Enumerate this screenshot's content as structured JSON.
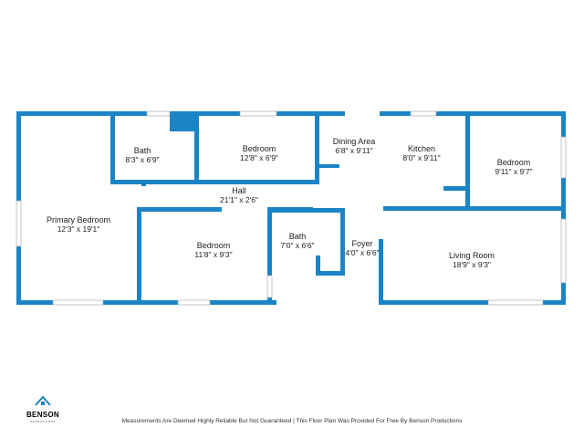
{
  "rooms": [
    {
      "id": "primary-bedroom",
      "name": "Primary Bedroom",
      "dims": "12'3\" x 19'1\""
    },
    {
      "id": "bath-1",
      "name": "Bath",
      "dims": "8'3\" x 6'9\""
    },
    {
      "id": "bedroom-top",
      "name": "Bedroom",
      "dims": "12'8\" x 6'9\""
    },
    {
      "id": "dining-area",
      "name": "Dining Area",
      "dims": "6'8\" x 9'11\""
    },
    {
      "id": "kitchen",
      "name": "Kitchen",
      "dims": "8'0\" x 9'11\""
    },
    {
      "id": "bedroom-right",
      "name": "Bedroom",
      "dims": "9'11\" x 9'7\""
    },
    {
      "id": "hall",
      "name": "Hall",
      "dims": "21'1\" x 2'6\""
    },
    {
      "id": "bedroom-lower",
      "name": "Bedroom",
      "dims": "11'8\" x 9'3\""
    },
    {
      "id": "bath-2",
      "name": "Bath",
      "dims": "7'0\" x 6'6\""
    },
    {
      "id": "foyer",
      "name": "Foyer",
      "dims": "4'0\" x 6'6\""
    },
    {
      "id": "living-room",
      "name": "Living Room",
      "dims": "18'9\" x 9'3\""
    }
  ],
  "colors": {
    "wall": "#1b84c6",
    "background": "#ffffff",
    "text": "#222222"
  },
  "footer": {
    "disclaimer": "Measurements Are Deemed Highly Reliable But Not Guaranteed | This Floor Plan Was Provided For Free By Benson Productions"
  },
  "logo": {
    "name": "BENSON",
    "tagline": "PRODUCTIONS",
    "icon": "house-icon"
  }
}
